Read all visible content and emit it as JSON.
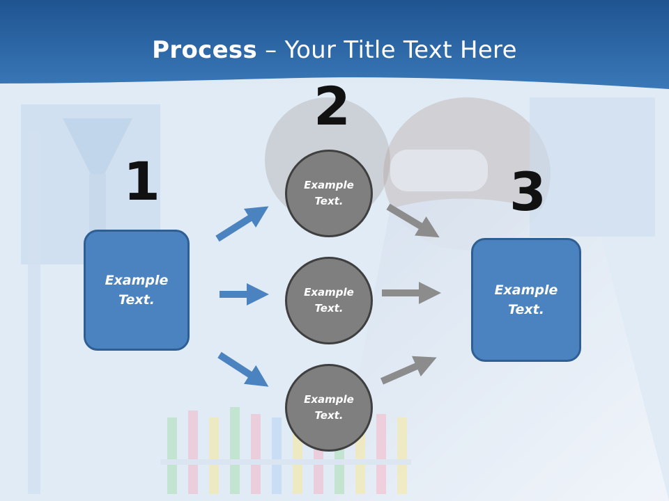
{
  "slide": {
    "title_bold": "Process",
    "title_rest": " – Your Title Text Here",
    "steps": {
      "one": {
        "number": "1",
        "text": "Example Text."
      },
      "two": {
        "number": "2"
      },
      "three": {
        "number": "3",
        "text": "Example Text."
      }
    },
    "circles": [
      {
        "text": "Example Text."
      },
      {
        "text": "Example Text."
      },
      {
        "text": "Example Text."
      }
    ],
    "colors": {
      "header": "#2e68a6",
      "box_fill": "#4a83bf",
      "box_border": "#2f5f92",
      "circle_fill": "#7f7f7f",
      "circle_border": "#3f3f3f",
      "arrow_blue": "#4a83bf",
      "arrow_gray": "#8c8c8c"
    }
  }
}
